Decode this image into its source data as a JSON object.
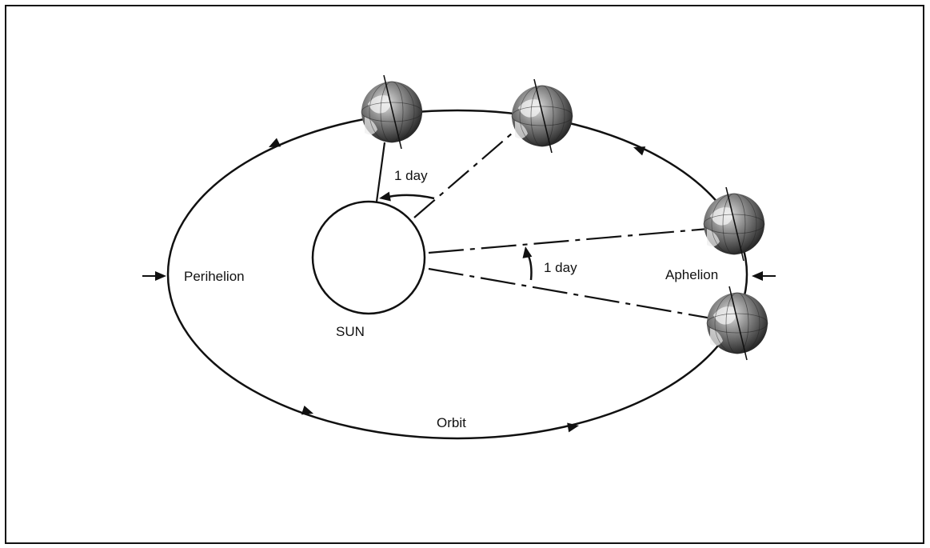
{
  "diagram": {
    "labels": {
      "sun": "SUN",
      "perihelion": "Perihelion",
      "aphelion": "Aphelion",
      "orbit": "Orbit",
      "one_day_near": "1 day",
      "one_day_far": "1 day"
    },
    "icons": {
      "earth": "earth-globe-icon",
      "sun": "sun-circle-icon",
      "arrow": "arrowhead-icon"
    },
    "colors": {
      "line": "#111111",
      "earth_dark": "#3a3a3a",
      "earth_light": "#d8d8d8",
      "background": "#ffffff"
    }
  }
}
